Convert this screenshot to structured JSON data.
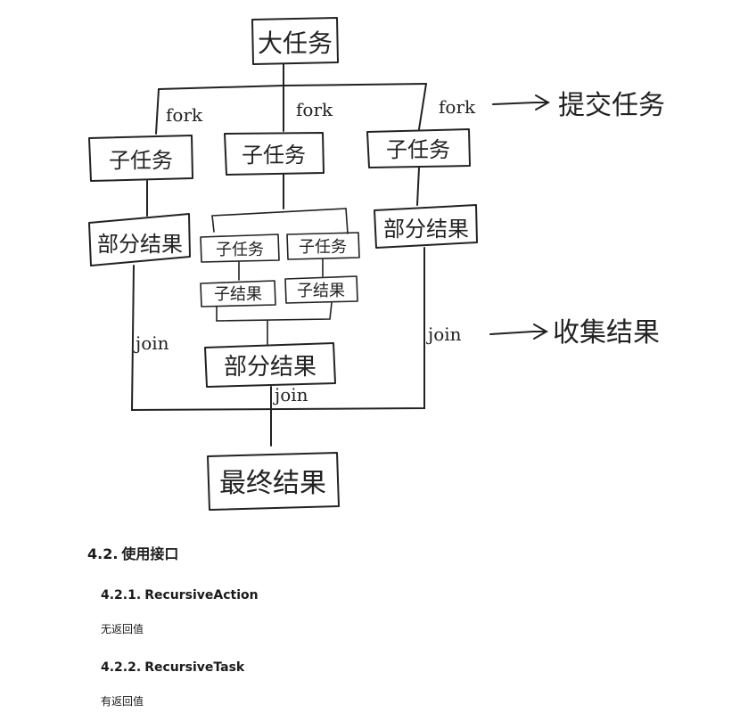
{
  "diagram": {
    "big_task": "大任务",
    "fork_labels": [
      "fork",
      "fork",
      "fork"
    ],
    "submit_note": "提交任务",
    "subtasks": [
      "子任务",
      "子任务",
      "子任务"
    ],
    "nested_subtasks": [
      "子任务",
      "子任务"
    ],
    "nested_results": [
      "子结果",
      "子结果"
    ],
    "partial_results": [
      "部分结果",
      "部分结果",
      "部分结果"
    ],
    "join_labels": [
      "join",
      "join",
      "join"
    ],
    "collect_note": "收集结果",
    "final_result": "最终结果"
  },
  "document": {
    "section": {
      "number": "4.2.",
      "title": "使用接口"
    },
    "subsections": [
      {
        "number": "4.2.1.",
        "title": "RecursiveAction",
        "text": "无返回值"
      },
      {
        "number": "4.2.2.",
        "title": "RecursiveTask",
        "text": "有返回值"
      }
    ]
  }
}
